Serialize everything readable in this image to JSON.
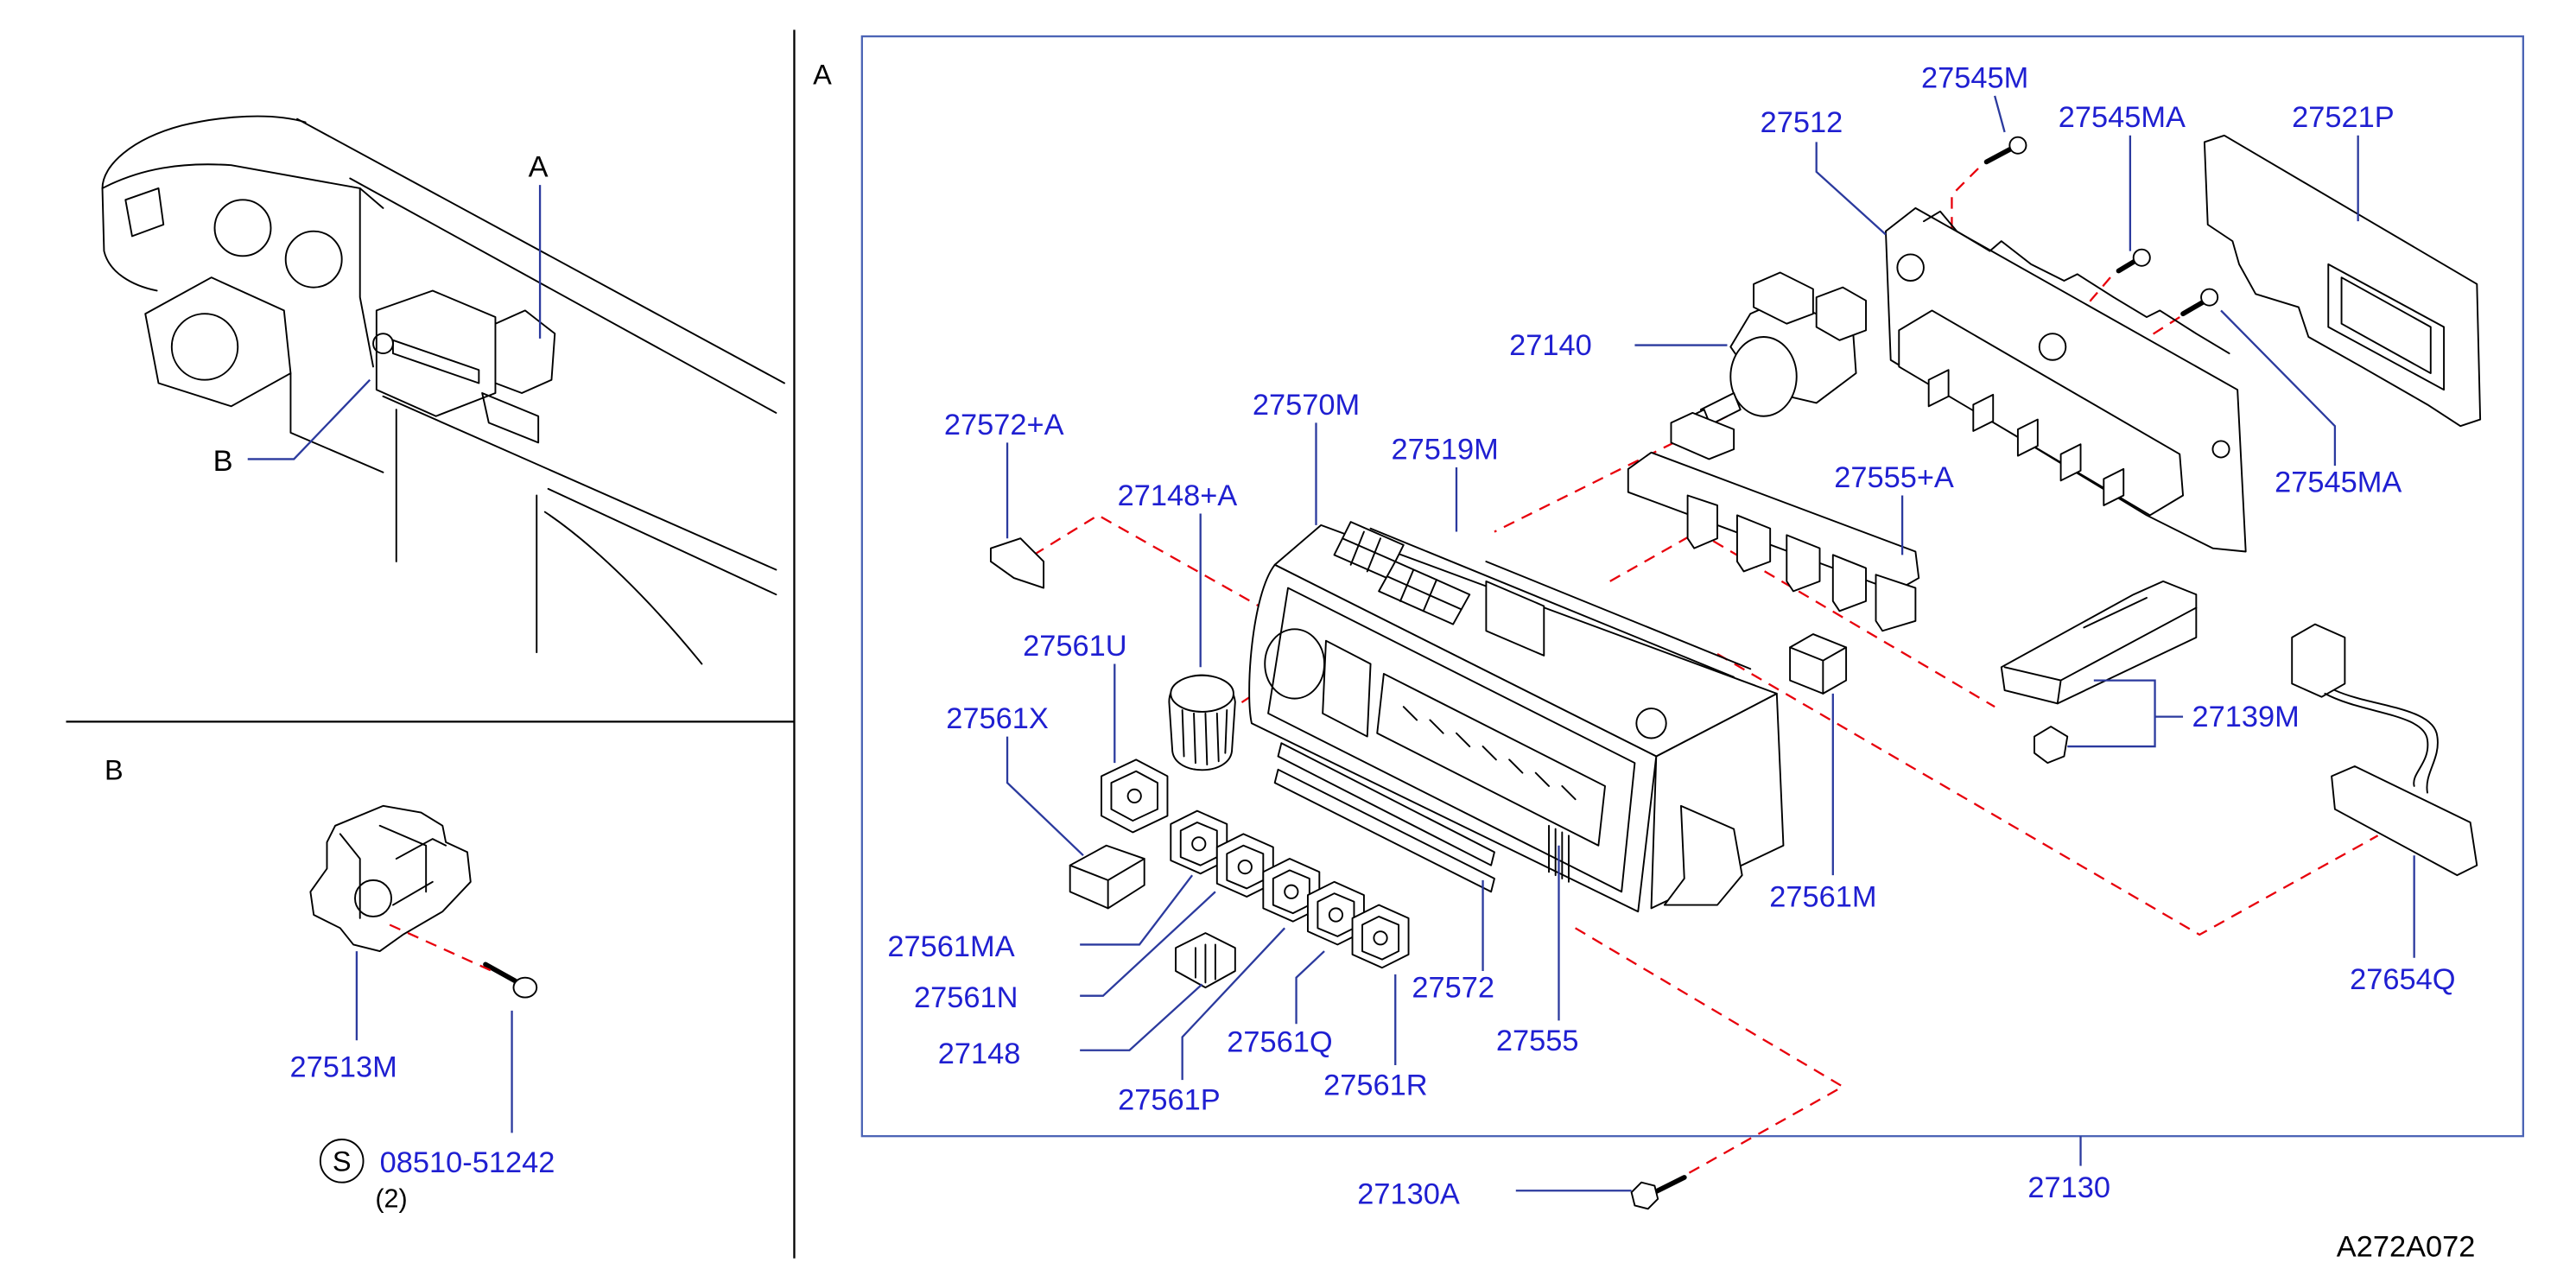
{
  "figure_code": "A272A072",
  "colors": {
    "background": "#ffffff",
    "callout_text": "#1f1fd1",
    "leader_line": "#2b3a9e",
    "frame": "#4b63b5",
    "dashed_line": "#e8000b",
    "outline": "#000000"
  },
  "overview": {
    "callout_a": "A",
    "callout_b": "B"
  },
  "detail_a": {
    "section_label": "A",
    "callouts": [
      "27545M",
      "27512",
      "27545MA",
      "27521P",
      "27140",
      "27572+A",
      "27570M",
      "27519M",
      "27148+A",
      "27555+A",
      "27561U",
      "27561X",
      "27545MA",
      "27139M",
      "27561M",
      "27561MA",
      "27561N",
      "27148",
      "27561P",
      "27561Q",
      "27561R",
      "27572",
      "27555",
      "27654Q",
      "27130A",
      "27130"
    ]
  },
  "detail_b": {
    "section_label": "B",
    "callouts": [
      "27513M"
    ],
    "service_symbol": "S",
    "screw_part": "08510-51242",
    "screw_qty": "(2)"
  }
}
